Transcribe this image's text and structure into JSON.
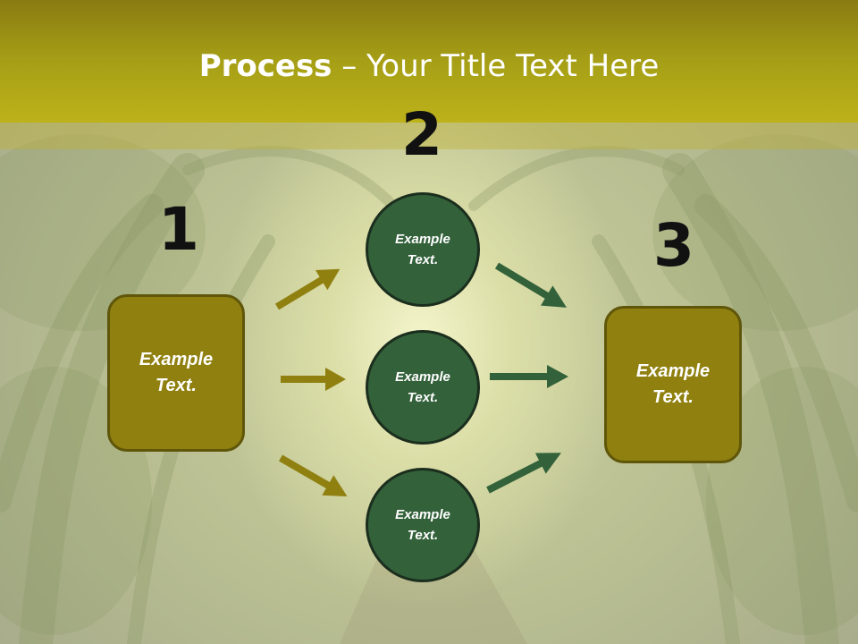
{
  "title": {
    "bold": "Process",
    "rest": " – Your Title Text Here"
  },
  "steps": [
    {
      "number": "1",
      "text": "Example\nText."
    },
    {
      "number": "2",
      "circles": [
        "Example\nText.",
        "Example\nText.",
        "Example\nText."
      ]
    },
    {
      "number": "3",
      "text": "Example\nText."
    }
  ],
  "colors": {
    "header": "#a69f16",
    "box_fill": "#8f8010",
    "circle_fill": "#33613a",
    "arrow_olive": "#8f8010",
    "arrow_green": "#33613a"
  },
  "icons": [
    "arrow-icon"
  ]
}
